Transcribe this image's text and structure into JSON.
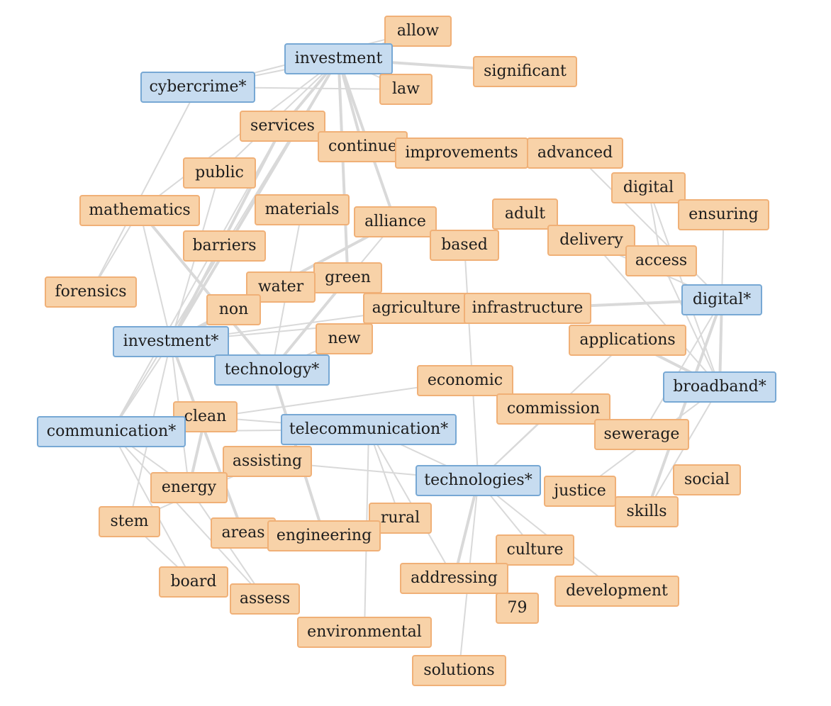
{
  "colors": {
    "term_fill": "#f8d2a8",
    "term_border": "#f0b077",
    "seed_fill": "#c7dcf0",
    "seed_border": "#77a8d4",
    "edge": "#d9d9d9"
  },
  "nodes": [
    {
      "id": "allow",
      "label": "allow",
      "kind": "term"
    },
    {
      "id": "investment",
      "label": "investment",
      "kind": "seed"
    },
    {
      "id": "significant",
      "label": "significant",
      "kind": "term"
    },
    {
      "id": "cybercrime",
      "label": "cybercrime*",
      "kind": "seed"
    },
    {
      "id": "law",
      "label": "law",
      "kind": "term"
    },
    {
      "id": "services",
      "label": "services",
      "kind": "term"
    },
    {
      "id": "continue",
      "label": "continue",
      "kind": "term"
    },
    {
      "id": "improvements",
      "label": "improvements",
      "kind": "term"
    },
    {
      "id": "advanced",
      "label": "advanced",
      "kind": "term"
    },
    {
      "id": "public",
      "label": "public",
      "kind": "term"
    },
    {
      "id": "digital_term",
      "label": "digital",
      "kind": "term"
    },
    {
      "id": "mathematics",
      "label": "mathematics",
      "kind": "term"
    },
    {
      "id": "materials",
      "label": "materials",
      "kind": "term"
    },
    {
      "id": "ensuring",
      "label": "ensuring",
      "kind": "term"
    },
    {
      "id": "adult",
      "label": "adult",
      "kind": "term"
    },
    {
      "id": "alliance",
      "label": "alliance",
      "kind": "term"
    },
    {
      "id": "barriers",
      "label": "barriers",
      "kind": "term"
    },
    {
      "id": "based",
      "label": "based",
      "kind": "term"
    },
    {
      "id": "delivery",
      "label": "delivery",
      "kind": "term"
    },
    {
      "id": "access",
      "label": "access",
      "kind": "term"
    },
    {
      "id": "green",
      "label": "green",
      "kind": "term"
    },
    {
      "id": "water",
      "label": "water",
      "kind": "term"
    },
    {
      "id": "forensics",
      "label": "forensics",
      "kind": "term"
    },
    {
      "id": "digital_seed",
      "label": "digital*",
      "kind": "seed"
    },
    {
      "id": "non",
      "label": "non",
      "kind": "term"
    },
    {
      "id": "agriculture",
      "label": "agriculture",
      "kind": "term"
    },
    {
      "id": "infrastructure",
      "label": "infrastructure",
      "kind": "term"
    },
    {
      "id": "investment_seed",
      "label": "investment*",
      "kind": "seed"
    },
    {
      "id": "new",
      "label": "new",
      "kind": "term"
    },
    {
      "id": "applications",
      "label": "applications",
      "kind": "term"
    },
    {
      "id": "technology",
      "label": "technology*",
      "kind": "seed"
    },
    {
      "id": "economic",
      "label": "economic",
      "kind": "term"
    },
    {
      "id": "broadband",
      "label": "broadband*",
      "kind": "seed"
    },
    {
      "id": "clean",
      "label": "clean",
      "kind": "term"
    },
    {
      "id": "commission",
      "label": "commission",
      "kind": "term"
    },
    {
      "id": "communication",
      "label": "communication*",
      "kind": "seed"
    },
    {
      "id": "telecommunication",
      "label": "telecommunication*",
      "kind": "seed"
    },
    {
      "id": "sewerage",
      "label": "sewerage",
      "kind": "term"
    },
    {
      "id": "assisting",
      "label": "assisting",
      "kind": "term"
    },
    {
      "id": "technologies",
      "label": "technologies*",
      "kind": "seed"
    },
    {
      "id": "social",
      "label": "social",
      "kind": "term"
    },
    {
      "id": "energy",
      "label": "energy",
      "kind": "term"
    },
    {
      "id": "justice",
      "label": "justice",
      "kind": "term"
    },
    {
      "id": "skills",
      "label": "skills",
      "kind": "term"
    },
    {
      "id": "stem",
      "label": "stem",
      "kind": "term"
    },
    {
      "id": "rural",
      "label": "rural",
      "kind": "term"
    },
    {
      "id": "areas",
      "label": "areas",
      "kind": "term"
    },
    {
      "id": "engineering",
      "label": "engineering",
      "kind": "term"
    },
    {
      "id": "culture",
      "label": "culture",
      "kind": "term"
    },
    {
      "id": "addressing",
      "label": "addressing",
      "kind": "term"
    },
    {
      "id": "development",
      "label": "development",
      "kind": "term"
    },
    {
      "id": "board",
      "label": "board",
      "kind": "term"
    },
    {
      "id": "assess",
      "label": "assess",
      "kind": "term"
    },
    {
      "id": "n79",
      "label": "79",
      "kind": "term"
    },
    {
      "id": "environmental",
      "label": "environmental",
      "kind": "term"
    },
    {
      "id": "solutions",
      "label": "solutions",
      "kind": "term"
    }
  ],
  "edges": [
    {
      "source": "investment",
      "target": "allow",
      "weight": 1
    },
    {
      "source": "investment",
      "target": "significant",
      "weight": 2
    },
    {
      "source": "investment",
      "target": "law",
      "weight": 1
    },
    {
      "source": "investment",
      "target": "continue",
      "weight": 2
    },
    {
      "source": "investment",
      "target": "services",
      "weight": 2
    },
    {
      "source": "investment",
      "target": "green",
      "weight": 2
    },
    {
      "source": "investment",
      "target": "alliance",
      "weight": 2
    },
    {
      "source": "investment",
      "target": "barriers",
      "weight": 1
    },
    {
      "source": "investment",
      "target": "public",
      "weight": 1
    },
    {
      "source": "investment",
      "target": "investment_seed",
      "weight": 2
    },
    {
      "source": "investment",
      "target": "mathematics",
      "weight": 1
    },
    {
      "source": "cybercrime",
      "target": "allow",
      "weight": 1
    },
    {
      "source": "cybercrime",
      "target": "law",
      "weight": 1
    },
    {
      "source": "cybercrime",
      "target": "forensics",
      "weight": 1
    },
    {
      "source": "cybercrime",
      "target": "investment",
      "weight": 1
    },
    {
      "source": "services",
      "target": "investment_seed",
      "weight": 2
    },
    {
      "source": "services",
      "target": "communication",
      "weight": 1
    },
    {
      "source": "public",
      "target": "investment_seed",
      "weight": 1
    },
    {
      "source": "mathematics",
      "target": "forensics",
      "weight": 1
    },
    {
      "source": "mathematics",
      "target": "technology",
      "weight": 2
    },
    {
      "source": "mathematics",
      "target": "investment_seed",
      "weight": 1
    },
    {
      "source": "materials",
      "target": "technology",
      "weight": 1
    },
    {
      "source": "alliance",
      "target": "investment_seed",
      "weight": 2
    },
    {
      "source": "alliance",
      "target": "technology",
      "weight": 1
    },
    {
      "source": "barriers",
      "target": "communication",
      "weight": 1
    },
    {
      "source": "green",
      "target": "technology",
      "weight": 2
    },
    {
      "source": "water",
      "target": "investment_seed",
      "weight": 2
    },
    {
      "source": "non",
      "target": "investment_seed",
      "weight": 1
    },
    {
      "source": "new",
      "target": "technology",
      "weight": 1
    },
    {
      "source": "agriculture",
      "target": "investment_seed",
      "weight": 1
    },
    {
      "source": "infrastructure",
      "target": "digital_seed",
      "weight": 2
    },
    {
      "source": "infrastructure",
      "target": "investment_seed",
      "weight": 1
    },
    {
      "source": "applications",
      "target": "broadband",
      "weight": 2
    },
    {
      "source": "digital_term",
      "target": "access",
      "weight": 1
    },
    {
      "source": "digital_term",
      "target": "broadband",
      "weight": 1
    },
    {
      "source": "advanced",
      "target": "digital_seed",
      "weight": 1
    },
    {
      "source": "ensuring",
      "target": "digital_seed",
      "weight": 1
    },
    {
      "source": "delivery",
      "target": "broadband",
      "weight": 1
    },
    {
      "source": "access",
      "target": "broadband",
      "weight": 1
    },
    {
      "source": "adult",
      "target": "digital_seed",
      "weight": 1
    },
    {
      "source": "based",
      "target": "technologies",
      "weight": 1
    },
    {
      "source": "digital_seed",
      "target": "broadband",
      "weight": 2
    },
    {
      "source": "digital_seed",
      "target": "skills",
      "weight": 2
    },
    {
      "source": "digital_seed",
      "target": "sewerage",
      "weight": 1
    },
    {
      "source": "broadband",
      "target": "justice",
      "weight": 1
    },
    {
      "source": "broadband",
      "target": "skills",
      "weight": 1
    },
    {
      "source": "commission",
      "target": "technologies",
      "weight": 1
    },
    {
      "source": "applications",
      "target": "technologies",
      "weight": 1
    },
    {
      "source": "economic",
      "target": "communication",
      "weight": 1
    },
    {
      "source": "technologies",
      "target": "telecommunication",
      "weight": 1
    },
    {
      "source": "technologies",
      "target": "culture",
      "weight": 1
    },
    {
      "source": "technologies",
      "target": "development",
      "weight": 1
    },
    {
      "source": "technologies",
      "target": "addressing",
      "weight": 2
    },
    {
      "source": "technologies",
      "target": "solutions",
      "weight": 1
    },
    {
      "source": "telecommunication",
      "target": "communication",
      "weight": 1
    },
    {
      "source": "telecommunication",
      "target": "environmental",
      "weight": 1
    },
    {
      "source": "telecommunication",
      "target": "rural",
      "weight": 1
    },
    {
      "source": "telecommunication",
      "target": "addressing",
      "weight": 1
    },
    {
      "source": "telecommunication",
      "target": "clean",
      "weight": 1
    },
    {
      "source": "investment_seed",
      "target": "communication",
      "weight": 1
    },
    {
      "source": "investment_seed",
      "target": "areas",
      "weight": 2
    },
    {
      "source": "investment_seed",
      "target": "energy",
      "weight": 1
    },
    {
      "source": "investment_seed",
      "target": "stem",
      "weight": 1
    },
    {
      "source": "technology",
      "target": "engineering",
      "weight": 2
    },
    {
      "source": "clean",
      "target": "energy",
      "weight": 2
    },
    {
      "source": "communication",
      "target": "board",
      "weight": 1
    },
    {
      "source": "communication",
      "target": "assess",
      "weight": 1
    },
    {
      "source": "communication",
      "target": "energy",
      "weight": 1
    },
    {
      "source": "assisting",
      "target": "stem",
      "weight": 1
    },
    {
      "source": "assisting",
      "target": "technologies",
      "weight": 1
    },
    {
      "source": "areas",
      "target": "engineering",
      "weight": 1
    },
    {
      "source": "energy",
      "target": "assess",
      "weight": 1
    },
    {
      "source": "stem",
      "target": "board",
      "weight": 1
    }
  ]
}
